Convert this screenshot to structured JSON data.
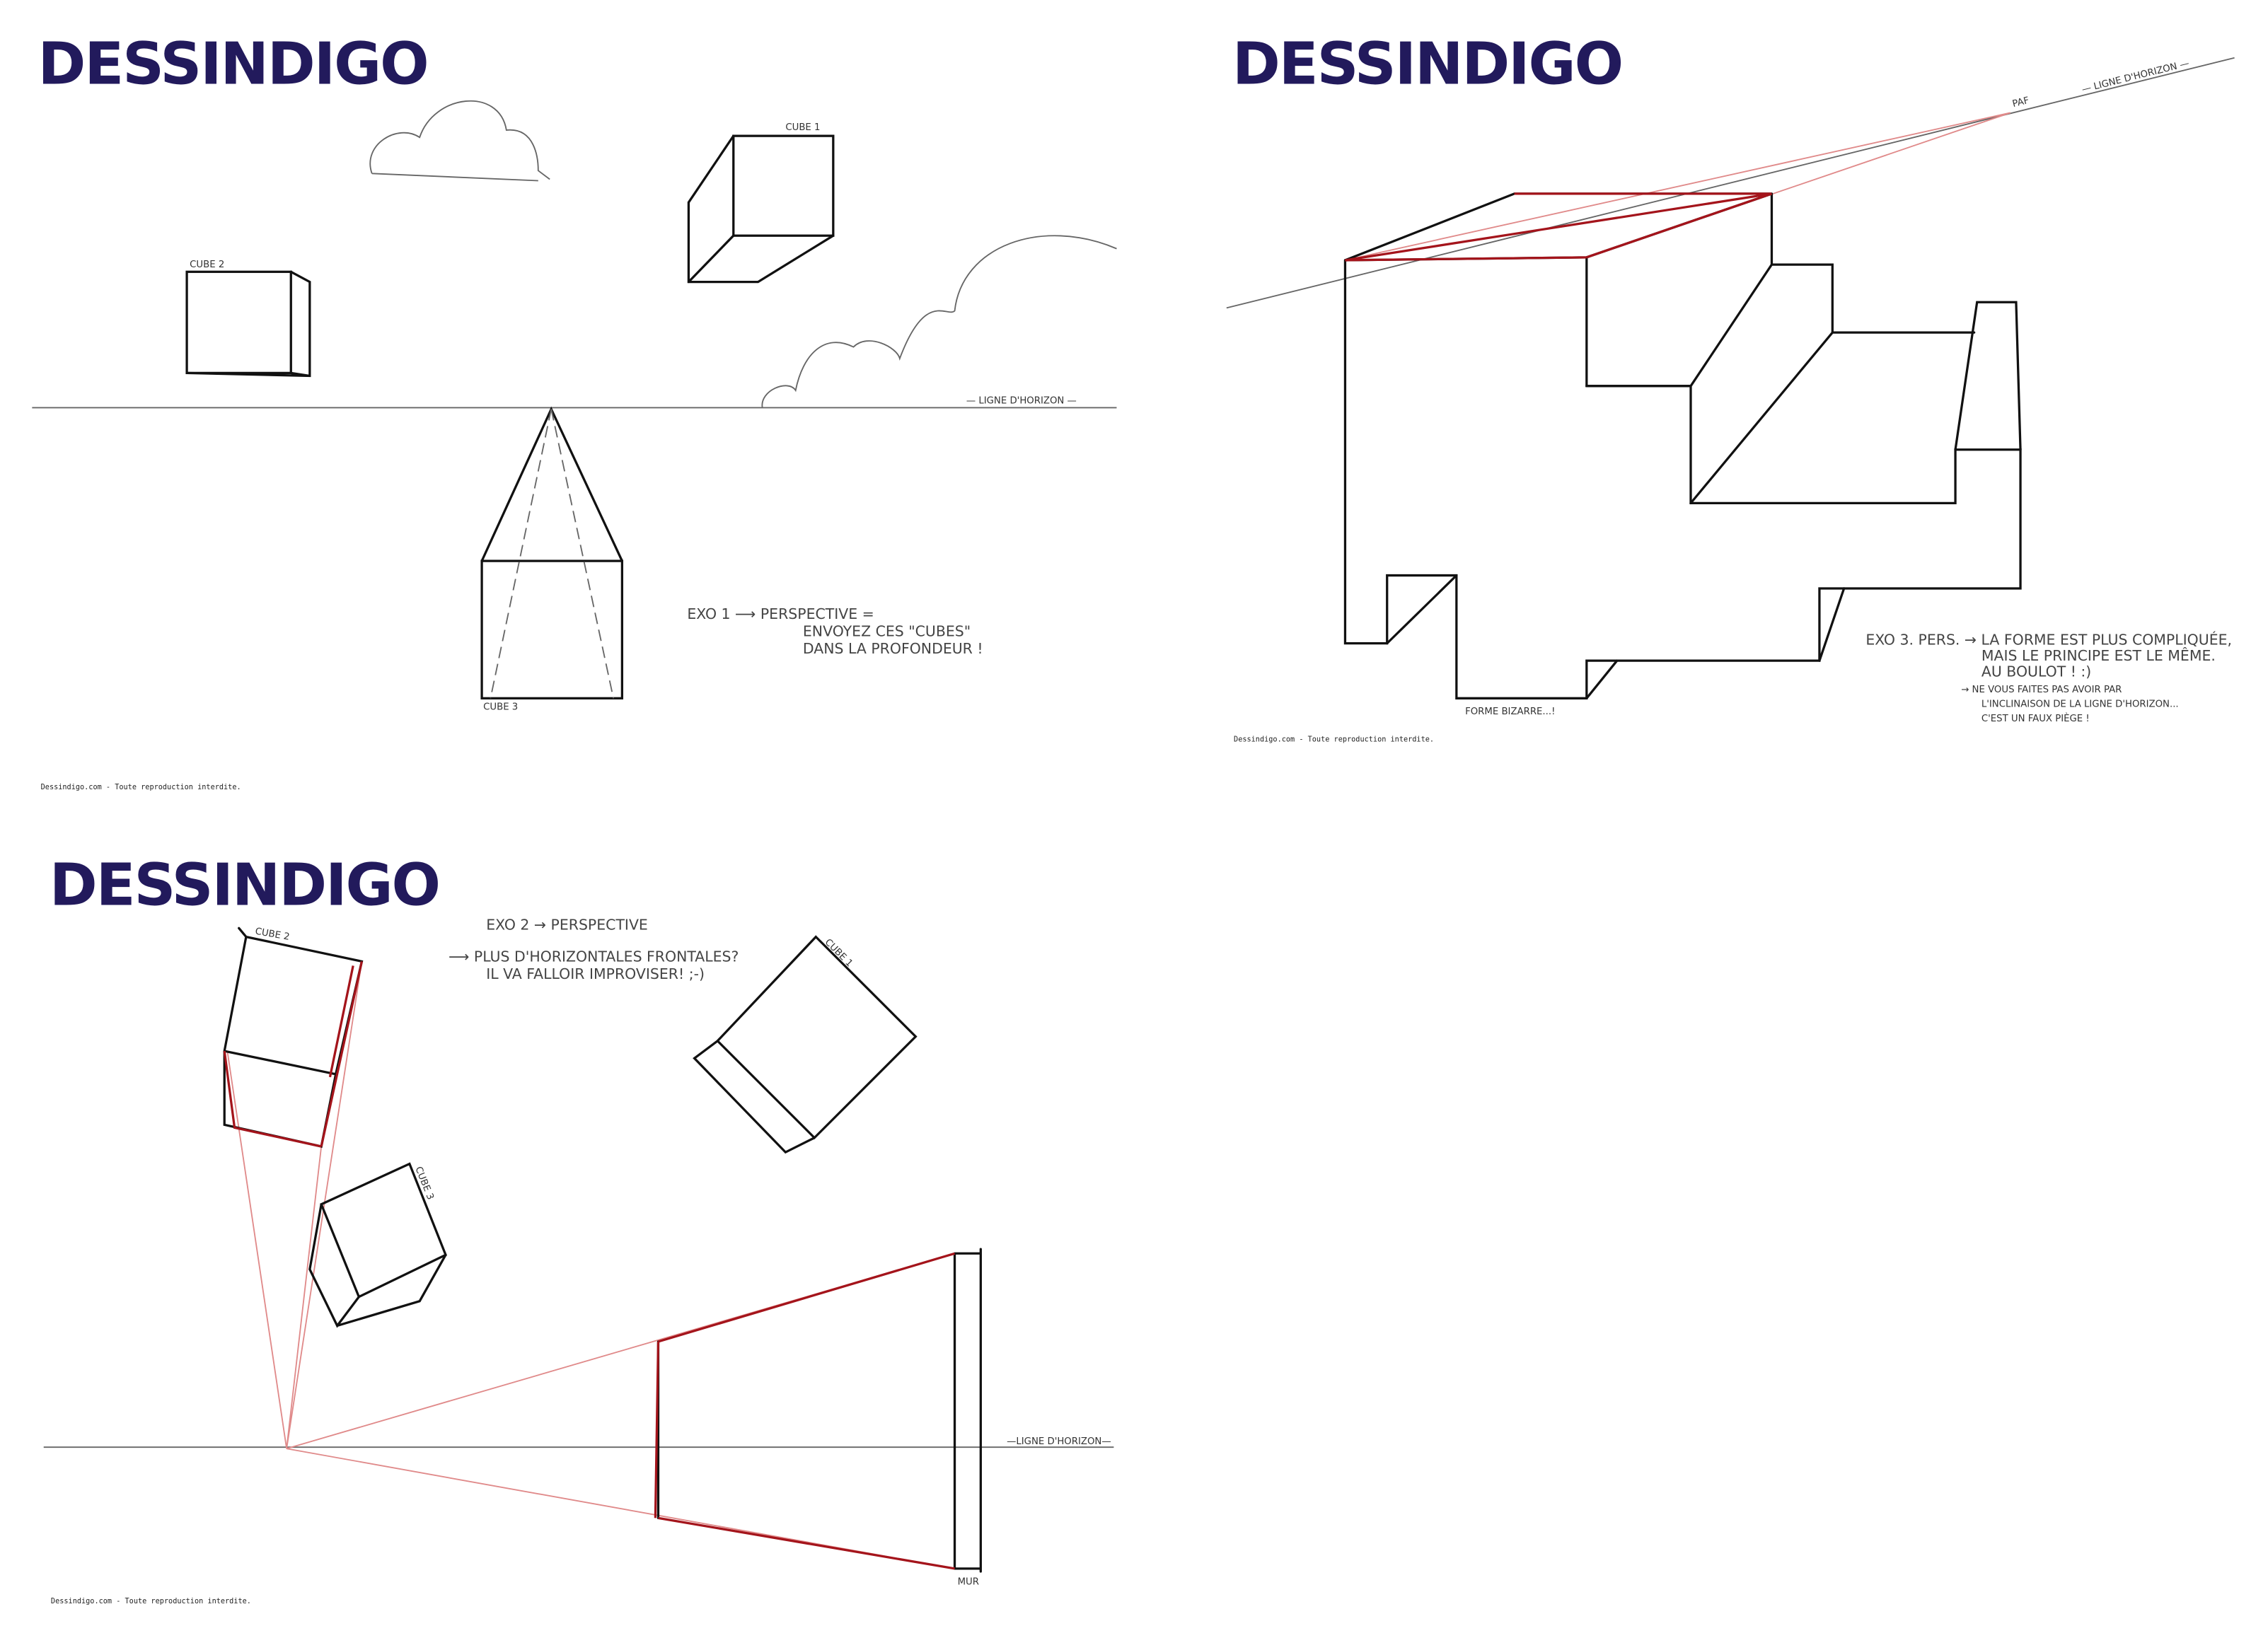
{
  "brand": "DESSINDIGO",
  "footer": "Dessindigo.com - Toute reproduction interdite.",
  "panels": [
    {
      "labels": {
        "cube1": "CUBE 1",
        "cube2": "CUBE 2",
        "cube3": "CUBE 3",
        "horizon": "— LIGNE D'HORIZON —"
      },
      "note": [
        "EXO 1 ⟶ PERSPECTIVE =",
        "ENVOYEZ CES \"CUBES\"",
        "DANS LA PROFONDEUR !"
      ]
    },
    {
      "labels": {
        "horizon": "— LIGNE D'HORIZON —",
        "paf": "PAF",
        "shape": "FORME BIZARRE...!"
      },
      "note": [
        "EXO 3. PERS. → LA FORME EST PLUS COMPLIQUÉE,",
        "MAIS LE PRINCIPE EST LE MÊME.",
        "AU BOULOT ! :)",
        "→ NE VOUS FAITES PAS AVOIR PAR",
        "L'INCLINAISON DE LA LIGNE D'HORIZON...",
        "C'EST UN FAUX PIÈGE !"
      ]
    },
    {
      "labels": {
        "cube1": "CUBE 1",
        "cube2": "CUBE 2",
        "cube3": "CUBE 3",
        "horizon": "—LIGNE D'HORIZON—",
        "wall": "MUR"
      },
      "note": [
        "EXO 2 → PERSPECTIVE",
        "⟶ PLUS D'HORIZONTALES FRONTALES?",
        "IL VA FALLOIR IMPROVISER! ;-)"
      ]
    }
  ],
  "colors": {
    "brand": "#221a5c",
    "construction": "#a4141b"
  }
}
